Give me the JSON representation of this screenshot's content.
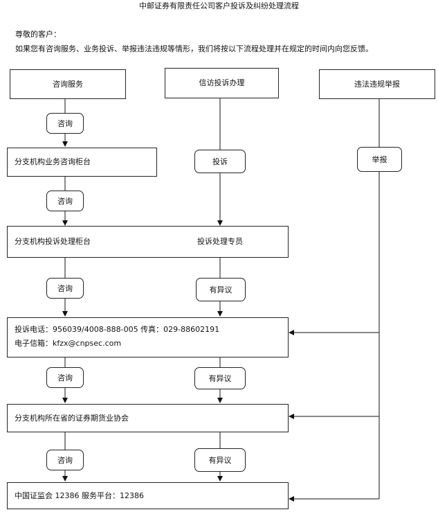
{
  "title": "中邮证券有限责任公司客户投诉及纠纷处理流程",
  "greeting": "尊敬的客户：",
  "intro": "如果您有咨询服务、业务投诉、举报违法违规等情形，我们将按以下流程处理并在规定的时间内向您反馈。",
  "top_boxes": {
    "consult": "咨询服务",
    "complaint": "信访投诉办理",
    "report": "违法违规举报"
  },
  "labels": {
    "consult": "咨询",
    "complaint": "投诉",
    "report": "举报",
    "objection": "有异议"
  },
  "boxes": {
    "branch_counter": "分支机构业务咨询柜台",
    "complaint_counter": "分支机构投诉处理柜台",
    "complaint_specialist": "投诉处理专员",
    "contact_line1": "投诉电话：956039/4008-888-005  传真：029-88602191",
    "contact_line2": "电子信箱：kfzx@cnpsec.com",
    "association": "分支机构所在省的证券期货业协会",
    "csrc": "中国证监会 12386 服务平台：12386"
  }
}
